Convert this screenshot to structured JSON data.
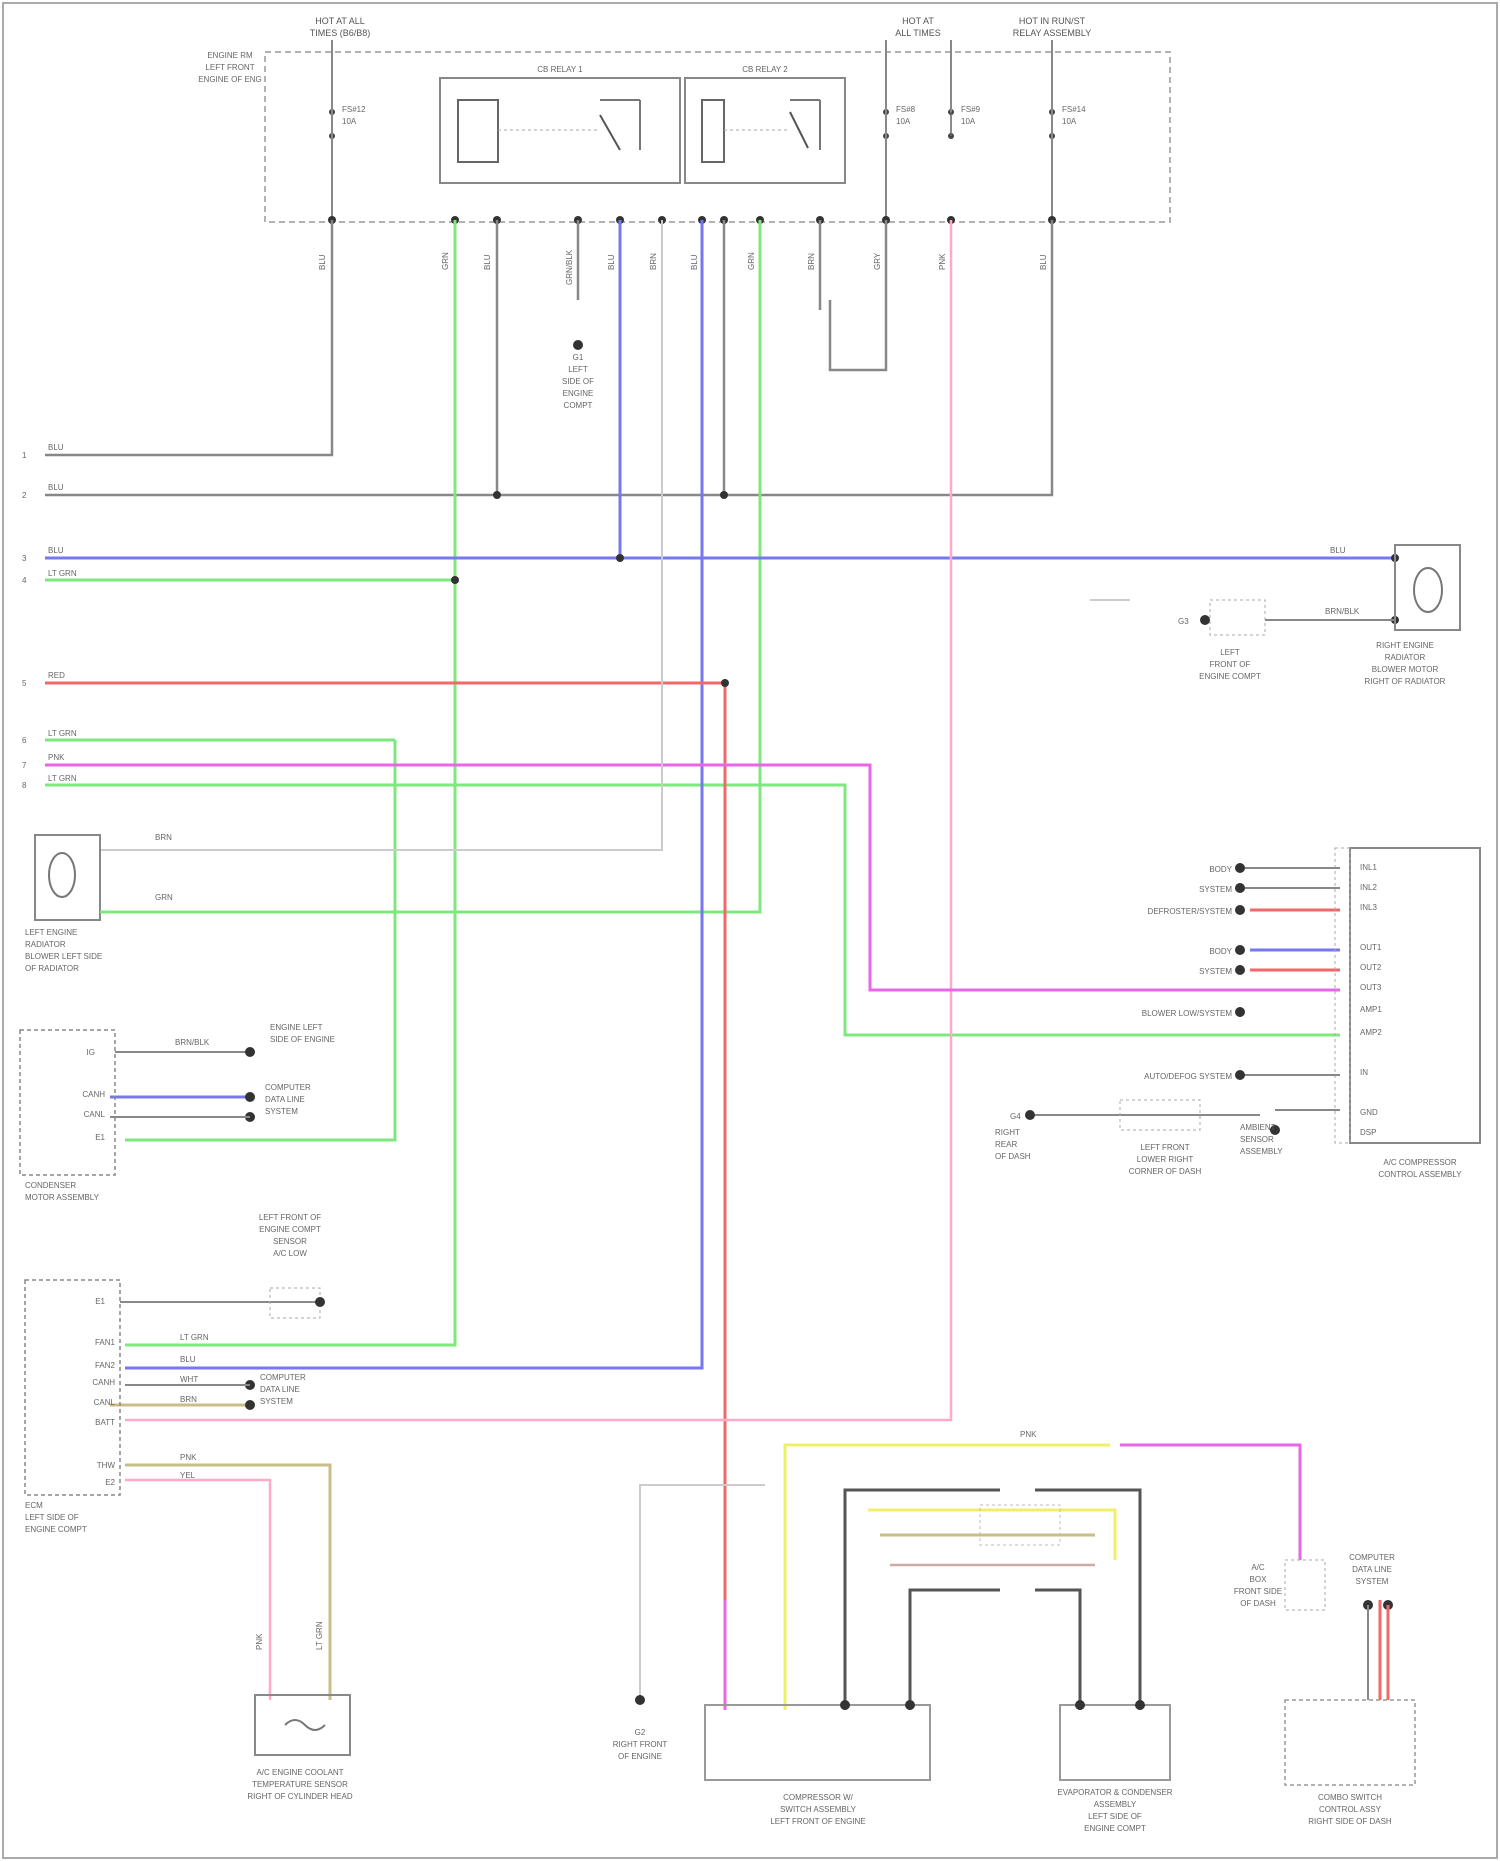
{
  "diagram": {
    "footer": "",
    "top_headers": [
      {
        "id": "hot-all-left",
        "lines": [
          "HOT AT ALL",
          "TIMES (B6/B8)"
        ]
      },
      {
        "id": "hot-all-mid",
        "lines": [
          "HOT AT",
          "ALL TIMES"
        ]
      },
      {
        "id": "hot-right",
        "lines": [
          "HOT IN RUN/ST",
          "RELAY ASSEMBLY"
        ]
      }
    ],
    "fuse_relay_box_label": [
      "ENGINE RM",
      "LEFT FRONT",
      "ENGINE OF ENG"
    ],
    "relay_labels": [
      "CB RELAY 1",
      "CB RELAY 2"
    ],
    "fuse_labels": [
      {
        "id": "f1",
        "lines": [
          "FS#12",
          "10A"
        ]
      },
      {
        "id": "f2",
        "lines": [
          "FS#8",
          "10A"
        ]
      },
      {
        "id": "f3",
        "lines": [
          "FS#9",
          "10A"
        ]
      },
      {
        "id": "f4",
        "lines": [
          "FS#14",
          "10A"
        ]
      }
    ],
    "vertical_wire_labels": [
      "BLU",
      "GRN",
      "BLU",
      "GRN/BLK",
      "BLU",
      "BRN",
      "BLU",
      "GRN",
      "BRN",
      "GRY",
      "PNK",
      "BLU"
    ],
    "ground_left": [
      "G1",
      "LEFT",
      "SIDE OF",
      "ENGINE",
      "COMPT"
    ],
    "side_numbers": [
      "1",
      "2",
      "3",
      "4",
      "5",
      "6",
      "7",
      "8"
    ],
    "bus_labels": [
      "BLU",
      "BLU",
      "BLU",
      "LT GRN",
      "RED",
      "LT GRN",
      "PNK",
      "LT GRN"
    ],
    "right_motor": {
      "wire": "BLU",
      "lines": [
        "RIGHT ENGINE",
        "RADIATOR",
        "BLOWER MOTOR",
        "RIGHT OF RADIATOR"
      ],
      "ground": [
        "G3",
        "LEFT",
        "FRONT OF",
        "ENGINE COMPT"
      ],
      "ground_wire": "BRN/BLK"
    },
    "left_motor": {
      "wires": [
        "BRN",
        "GRN"
      ],
      "lines": [
        "LEFT ENGINE",
        "RADIATOR",
        "BLOWER LEFT SIDE",
        "OF RADIATOR"
      ]
    },
    "ac_control": {
      "title": [
        "A/C COMPRESSOR",
        "CONTROL ASSEMBLY"
      ],
      "labels": [
        "BODY",
        "SYSTEM",
        "DEFROSTER/SYSTEM",
        "BODY",
        "SYSTEM",
        "BLOWER LOW/SYSTEM",
        "AUTO/DEFOG SYSTEM"
      ],
      "pins": [
        "INL1",
        "INL2",
        "INL3",
        "OUT1",
        "OUT2",
        "OUT3",
        "AMP1",
        "AMP2",
        "IN",
        "GND",
        "DSP"
      ],
      "ground": [
        "G4",
        "RIGHT",
        "REAR",
        "OF DASH"
      ],
      "connector": [
        "LEFT FRONT",
        "LOWER RIGHT",
        "CORNER OF DASH"
      ],
      "sensor": [
        "AMBIENT",
        "SENSOR",
        "ASSEMBLY"
      ]
    },
    "condenser_assy": {
      "title": [
        "CONDENSER",
        "MOTOR ASSEMBLY"
      ],
      "pins": [
        "IG",
        "CANH",
        "CANL",
        "E1"
      ],
      "labels": [
        "ENGINE LEFT",
        "SIDE OF ENGINE"
      ],
      "right_labels": [
        "COMPUTER",
        "DATA LINE",
        "SYSTEM"
      ],
      "wire": "BRN/BLK"
    },
    "ecm": {
      "title": [
        "ECM",
        "LEFT SIDE OF",
        "ENGINE COMPT"
      ],
      "pins": [
        "E1",
        "FAN1",
        "FAN2",
        "CANH",
        "CANL",
        "BATT",
        "THW",
        "E2"
      ],
      "sensor": [
        "LEFT FRONT OF",
        "ENGINE COMPT",
        "SENSOR",
        "A/C LOW"
      ],
      "wires": [
        "LT GRN",
        "BLU",
        "WHT",
        "BRN",
        "PNK",
        "YEL"
      ],
      "right_labels": [
        "COMPUTER",
        "DATA LINE",
        "SYSTEM"
      ],
      "bottom_wires": [
        "LT GRN",
        "PNK"
      ]
    },
    "bottom_components": [
      {
        "id": "coolant",
        "lines": [
          "A/C ENGINE COOLANT",
          "TEMPERATURE SENSOR",
          "RIGHT OF CYLINDER HEAD"
        ]
      },
      {
        "id": "ground2",
        "lines": [
          "G2",
          "RIGHT FRONT",
          "OF ENGINE"
        ]
      },
      {
        "id": "compressor",
        "lines": [
          "COMPRESSOR W/",
          "SWITCH ASSEMBLY",
          "LEFT FRONT OF ENGINE"
        ]
      },
      {
        "id": "evaporator",
        "lines": [
          "EVAPORATOR & CONDENSER",
          "ASSEMBLY",
          "LEFT SIDE OF",
          "ENGINE COMPT"
        ]
      },
      {
        "id": "blower",
        "lines": [
          "COMBO SWITCH",
          "CONTROL ASSY",
          "RIGHT SIDE OF DASH"
        ]
      }
    ],
    "bottom_right_labels": {
      "pin": [
        "A/C",
        "BOX",
        "FRONT SIDE",
        "OF DASH"
      ],
      "amp": [
        "COMPUTER",
        "DATA LINE",
        "SYSTEM"
      ],
      "conn": "PNK"
    }
  }
}
